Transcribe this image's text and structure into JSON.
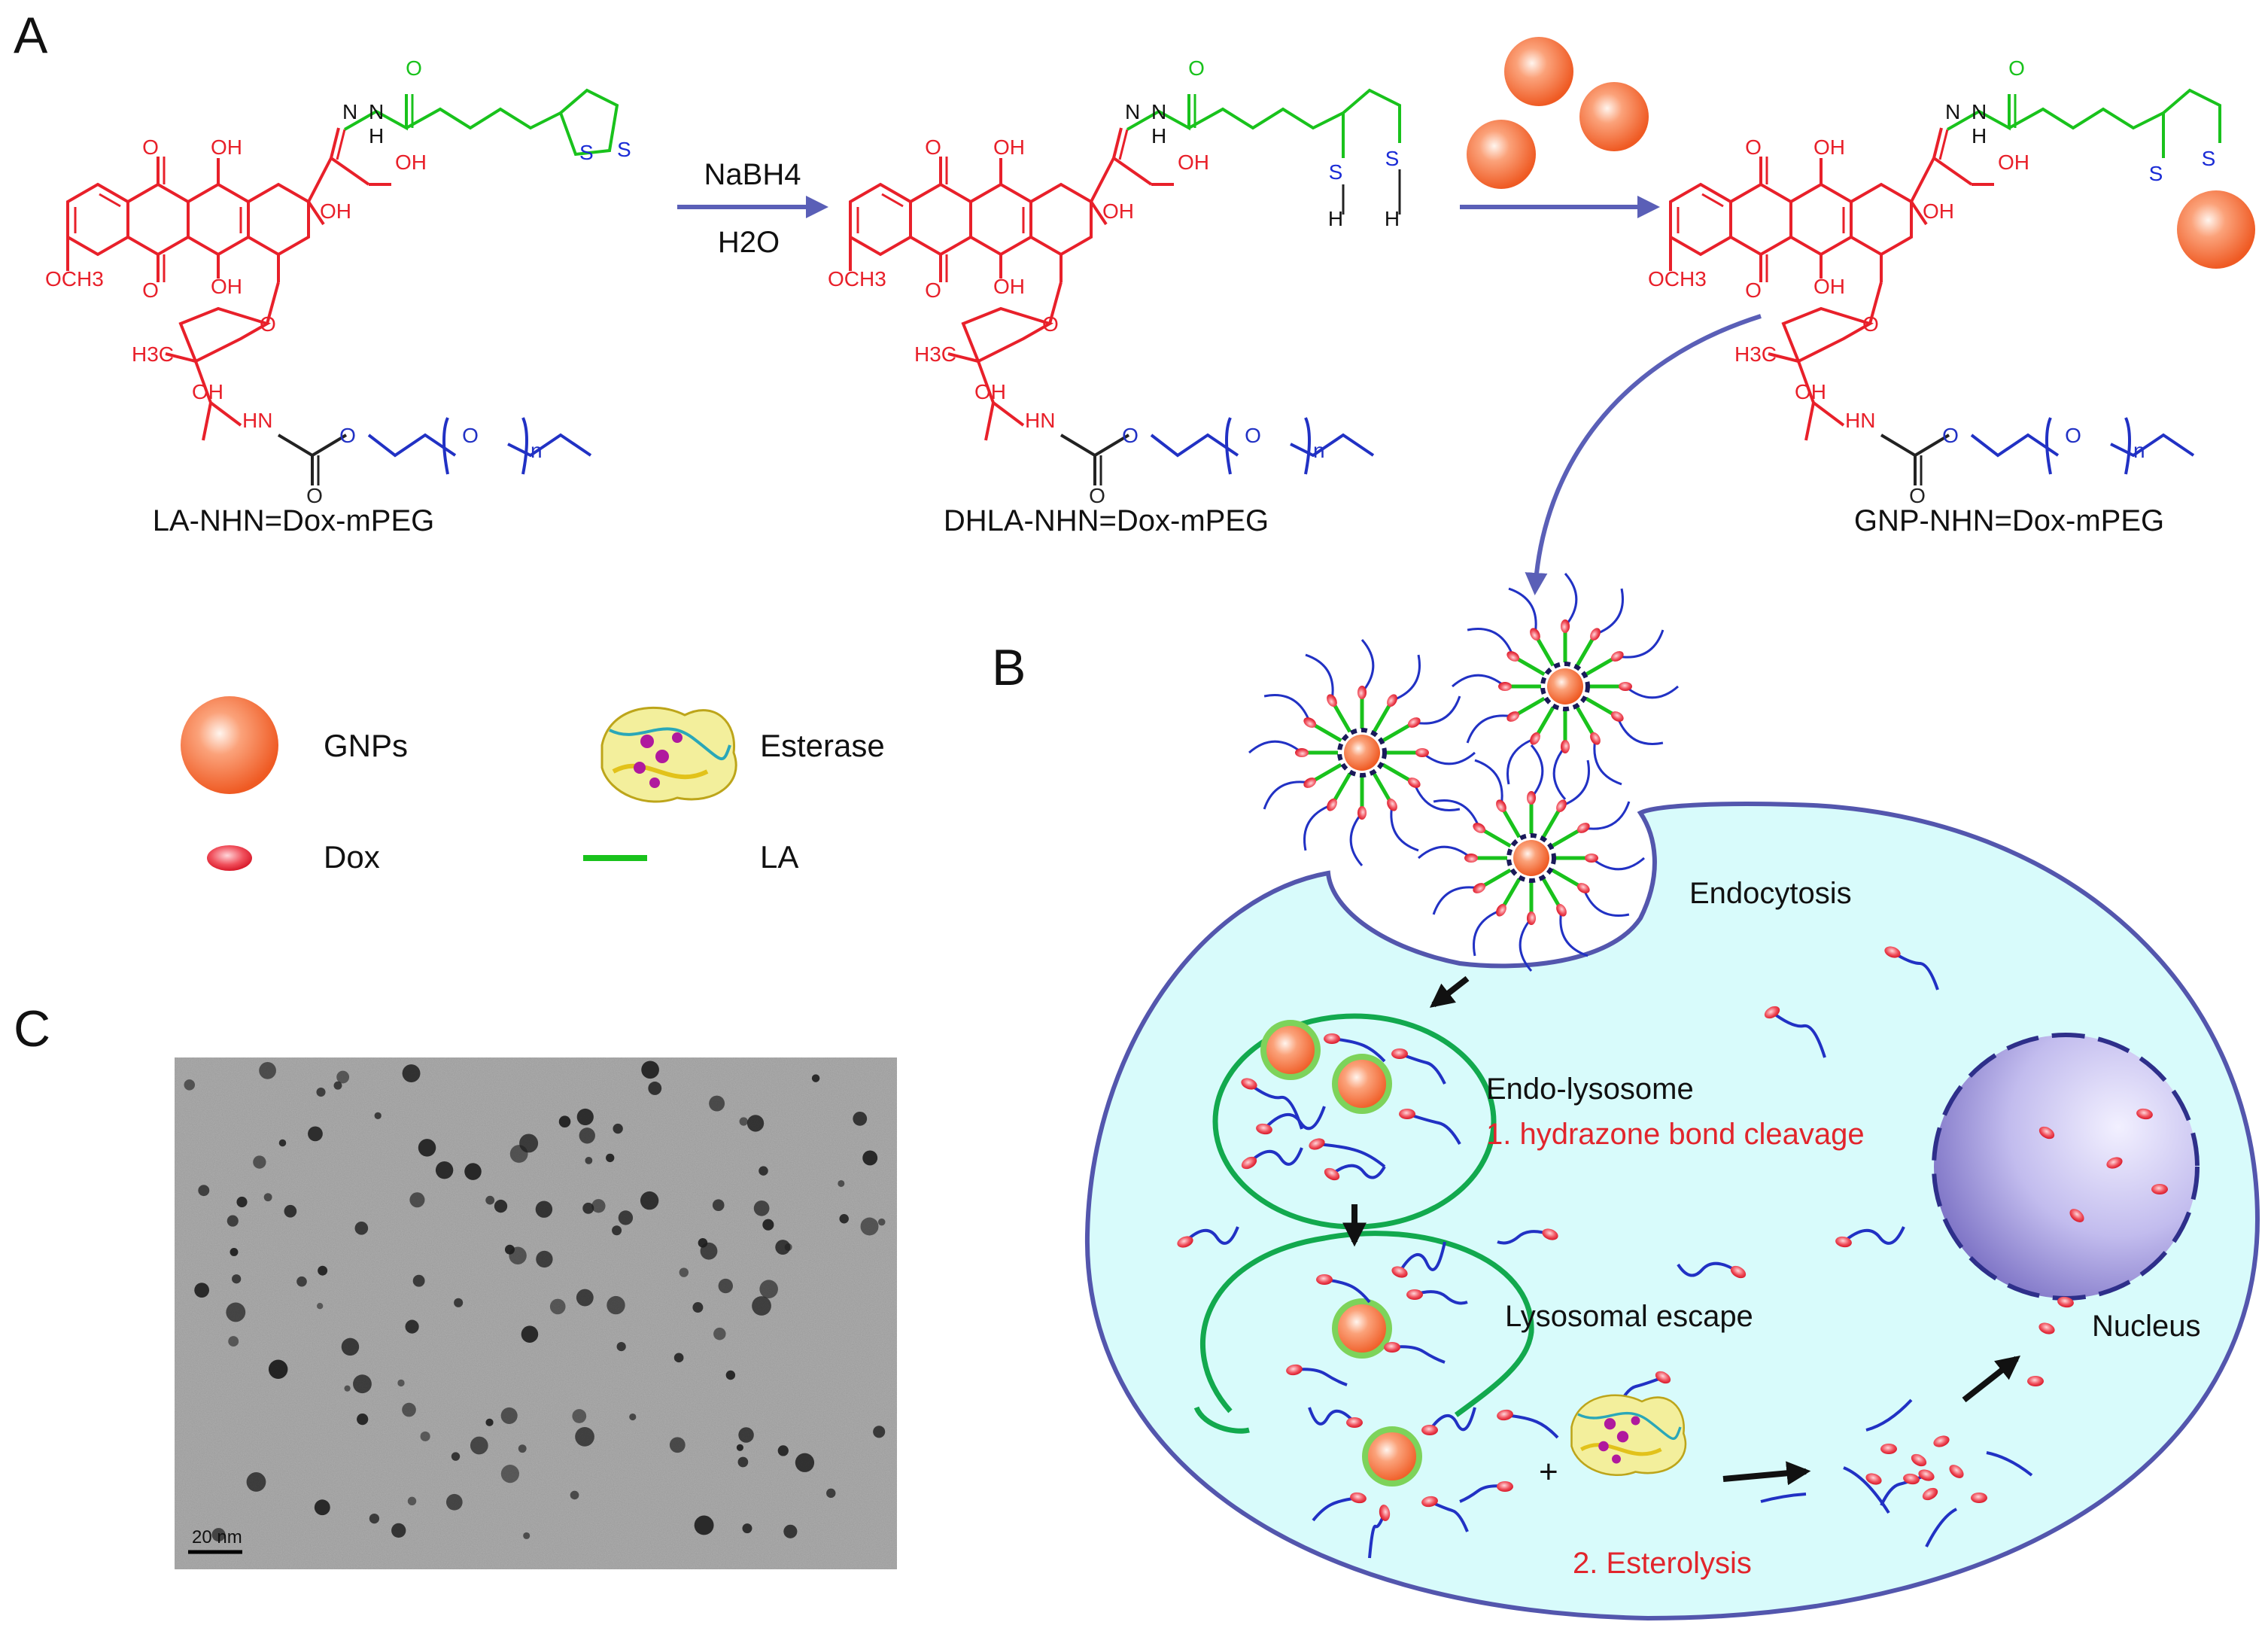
{
  "panels": {
    "a": "A",
    "b": "B",
    "c": "C"
  },
  "colors": {
    "dox": "#e8202a",
    "lipoic_chain": "#19c21c",
    "sulfur": "#1a2bd6",
    "peg": "#2131c4",
    "carbamate": "#222222",
    "arrow": "#5a5fb7",
    "cell_fill": "#d8fbfb",
    "cell_border": "#5356ad",
    "vesicle": "#12a94e",
    "gnp": "#f4713e"
  },
  "reaction": {
    "reagent_top": "NaBH4",
    "reagent_bottom": "H2O",
    "compound1": "LA-NHN=Dox-mPEG",
    "compound2": "DHLA-NHN=Dox-mPEG",
    "compound3": "GNP-NHN=Dox-mPEG"
  },
  "atoms": {
    "o": "O",
    "oh": "OH",
    "och3": "OCH3",
    "h3c": "H3C",
    "hn": "HN",
    "n": "N",
    "h": "H",
    "s": "S",
    "sub_n": "n"
  },
  "legend": {
    "gnps": "GNPs",
    "esterase": "Esterase",
    "dox": "Dox",
    "la": "LA"
  },
  "cell_labels": {
    "endocytosis": "Endocytosis",
    "endo_lysosome": "Endo-lysosome",
    "step1": "1. hydrazone bond cleavage",
    "lysosomal_escape": "Lysosomal escape",
    "nucleus": "Nucleus",
    "step2": "2. Esterolysis",
    "plus": "+"
  },
  "tem": {
    "scale_bar": "20 nm"
  }
}
